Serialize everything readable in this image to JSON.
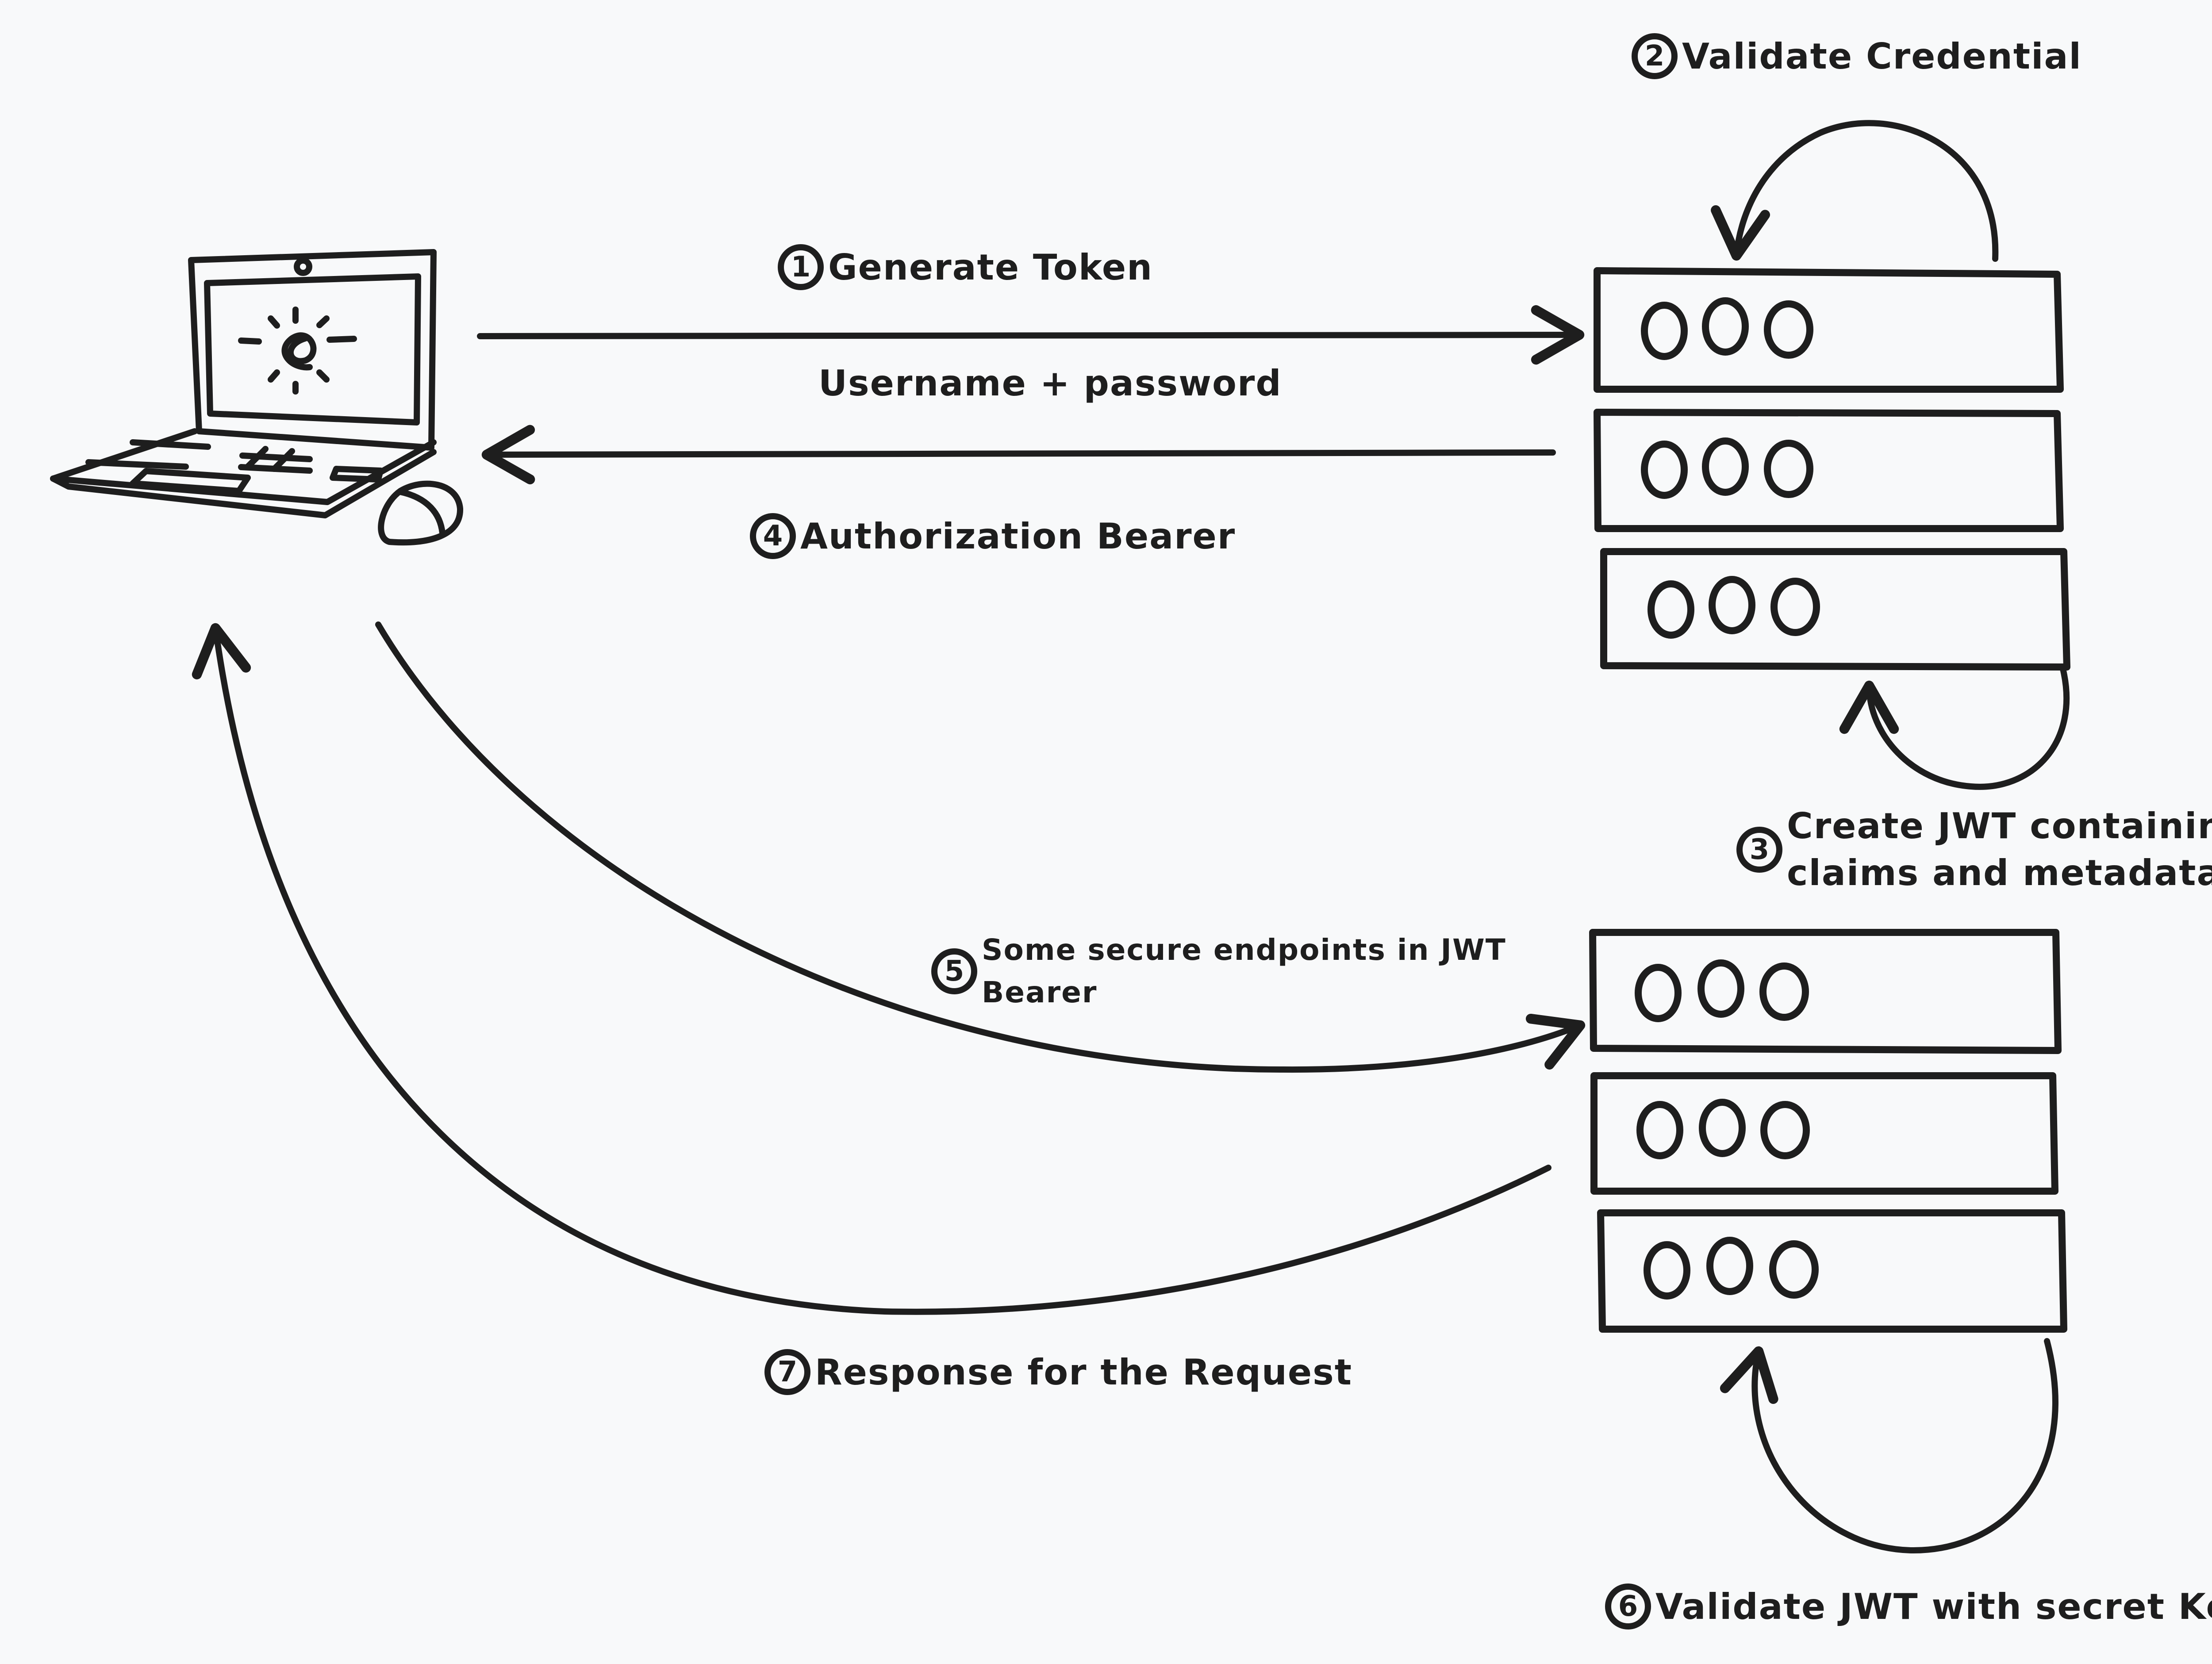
{
  "steps": [
    {
      "num": "1",
      "label": "Generate Token"
    },
    {
      "num": "2",
      "label": "Validate Credential"
    },
    {
      "num": "3",
      "label": "Create JWT containing\nclaims and metadata"
    },
    {
      "num": "4",
      "label": "Authorization Bearer"
    },
    {
      "num": "5",
      "label": "Some secure endpoints in JWT\nBearer"
    },
    {
      "num": "6",
      "label": "Validate JWT with secret Key"
    },
    {
      "num": "7",
      "label": "Response for the Request"
    }
  ],
  "credentials_label": "Username + password",
  "icons": {
    "client": "laptop-icon",
    "auth_server": "server-rack-icon",
    "resource_server": "server-rack-icon",
    "mouse": "mouse-icon"
  },
  "colors": {
    "ink": "#1e1e1e",
    "background": "#f8f9fa"
  }
}
